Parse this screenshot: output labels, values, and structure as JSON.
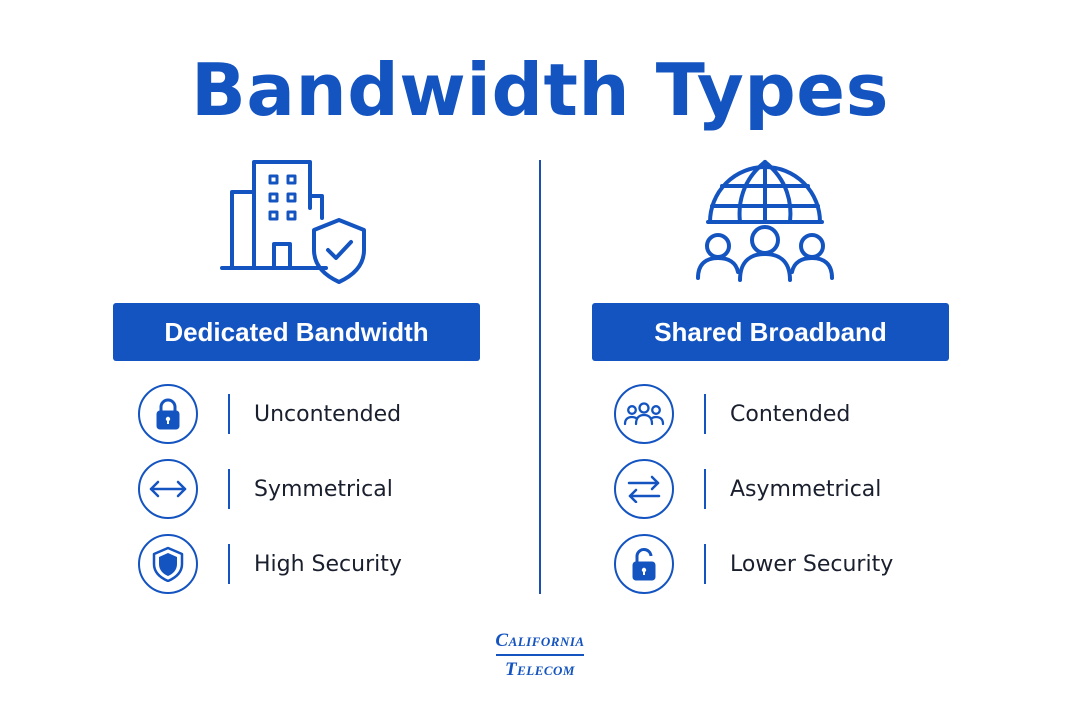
{
  "title": "Bandwidth Types",
  "columns": [
    {
      "heading": "Dedicated Bandwidth",
      "hero_icon": "building-shield-icon",
      "features": [
        {
          "label": "Uncontended",
          "icon": "lock-icon"
        },
        {
          "label": "Symmetrical",
          "icon": "double-arrow-icon"
        },
        {
          "label": "High Security",
          "icon": "shield-icon"
        }
      ]
    },
    {
      "heading": "Shared Broadband",
      "hero_icon": "globe-users-icon",
      "features": [
        {
          "label": "Contended",
          "icon": "group-icon"
        },
        {
          "label": "Asymmetrical",
          "icon": "swap-arrows-icon"
        },
        {
          "label": "Lower Security",
          "icon": "unlock-icon"
        }
      ]
    }
  ],
  "logo": {
    "line1": "California",
    "line2": "Telecom"
  },
  "colors": {
    "accent": "#1454c1",
    "text": "#1a1f2e",
    "background": "#ffffff"
  }
}
